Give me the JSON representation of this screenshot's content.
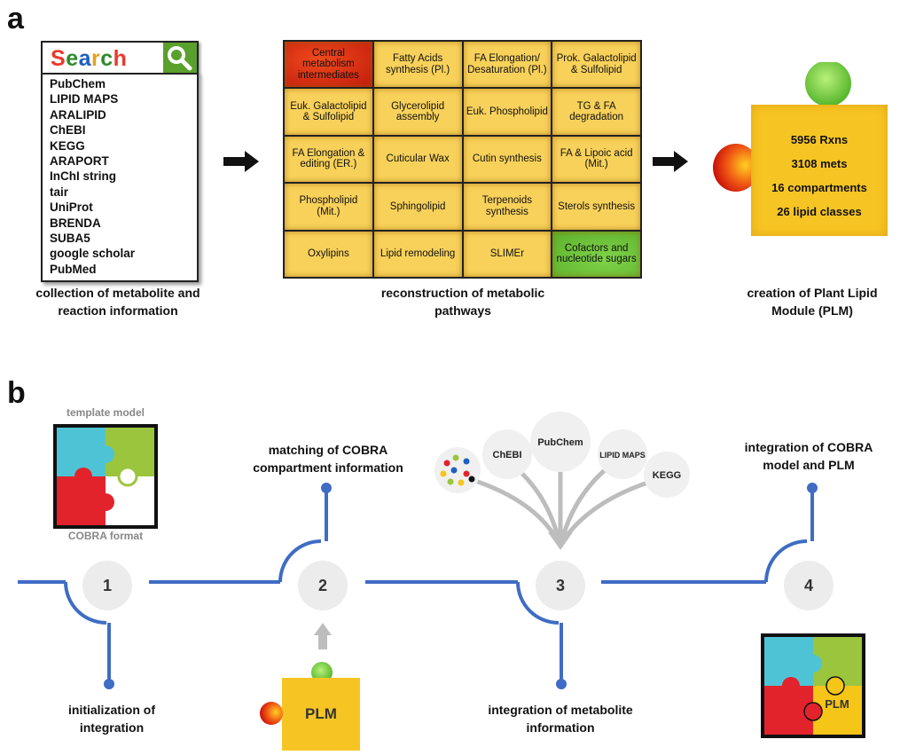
{
  "panel_a": {
    "letter": "a",
    "search": {
      "word_letters": [
        "S",
        "e",
        "a",
        "r",
        "c",
        "h"
      ],
      "letter_colors": [
        "#e83a2b",
        "#2e8b2e",
        "#1f5fbf",
        "#e8a21a",
        "#2e8b2e",
        "#e83a2b"
      ],
      "icon": "magnifier-icon"
    },
    "sources": [
      "PubChem",
      "LIPID MAPS",
      "ARALIPID",
      "ChEBI",
      "KEGG",
      "ARAPORT",
      "InChI string",
      "tair",
      "UniProt",
      "BRENDA",
      "SUBA5",
      "google scholar",
      "PubMed"
    ],
    "caption_left": [
      "collection of metabolite and",
      "reaction information"
    ],
    "pathways": [
      {
        "label": "Central metabolism intermediates",
        "color": "red"
      },
      {
        "label": "Fatty Acids synthesis (Pl.)"
      },
      {
        "label": "FA Elongation/ Desaturation (Pl.)"
      },
      {
        "label": "Prok. Galactolipid & Sulfolipid"
      },
      {
        "label": "Euk. Galactolipid & Sulfolipid"
      },
      {
        "label": "Glycerolipid assembly"
      },
      {
        "label": "Euk. Phospholipid"
      },
      {
        "label": "TG & FA degradation"
      },
      {
        "label": "FA Elongation & editing (ER.)"
      },
      {
        "label": "Cuticular Wax"
      },
      {
        "label": "Cutin synthesis"
      },
      {
        "label": "FA & Lipoic acid (Mit.)"
      },
      {
        "label": "Phospholipid (Mit.)"
      },
      {
        "label": "Sphingolipid"
      },
      {
        "label": "Terpenoids synthesis"
      },
      {
        "label": "Sterols synthesis"
      },
      {
        "label": "Oxylipins"
      },
      {
        "label": "Lipid remodeling"
      },
      {
        "label": "SLIMEr"
      },
      {
        "label": "Cofactors and nucleotide sugars",
        "color": "green"
      }
    ],
    "caption_middle": [
      "reconstruction of metabolic",
      "pathways"
    ],
    "plm_stats": [
      "5956 Rxns",
      "3108 mets",
      "16 compartments",
      "26 lipid classes"
    ],
    "caption_right": [
      "creation of Plant Lipid",
      "Module (PLM)"
    ],
    "colors": {
      "tile": "#f8d15a",
      "plm": "#f7c523",
      "red": "#d8230e",
      "green": "#6cc23a"
    }
  },
  "panel_b": {
    "letter": "b",
    "template_title": "template model",
    "template_subtitle": "COBRA format",
    "steps": [
      {
        "number": "1",
        "caption": [
          "initialization of",
          "integration"
        ]
      },
      {
        "number": "2",
        "caption": [
          "matching of COBRA",
          "compartment information"
        ]
      },
      {
        "number": "3",
        "caption": [
          "integration of metabolite",
          "information"
        ]
      },
      {
        "number": "4",
        "caption": [
          "integration of COBRA",
          "model and PLM"
        ]
      }
    ],
    "databases": [
      "ChEBI",
      "PubChem",
      "LIPID MAPS",
      "KEGG"
    ],
    "plm_piece_label": "PLM",
    "final_piece_label": "PLM",
    "colors": {
      "line": "#3f6cc4",
      "cyan": "#4fc3d6",
      "lime": "#9bc53d",
      "red": "#e2232c",
      "yellow": "#f5c518"
    }
  }
}
